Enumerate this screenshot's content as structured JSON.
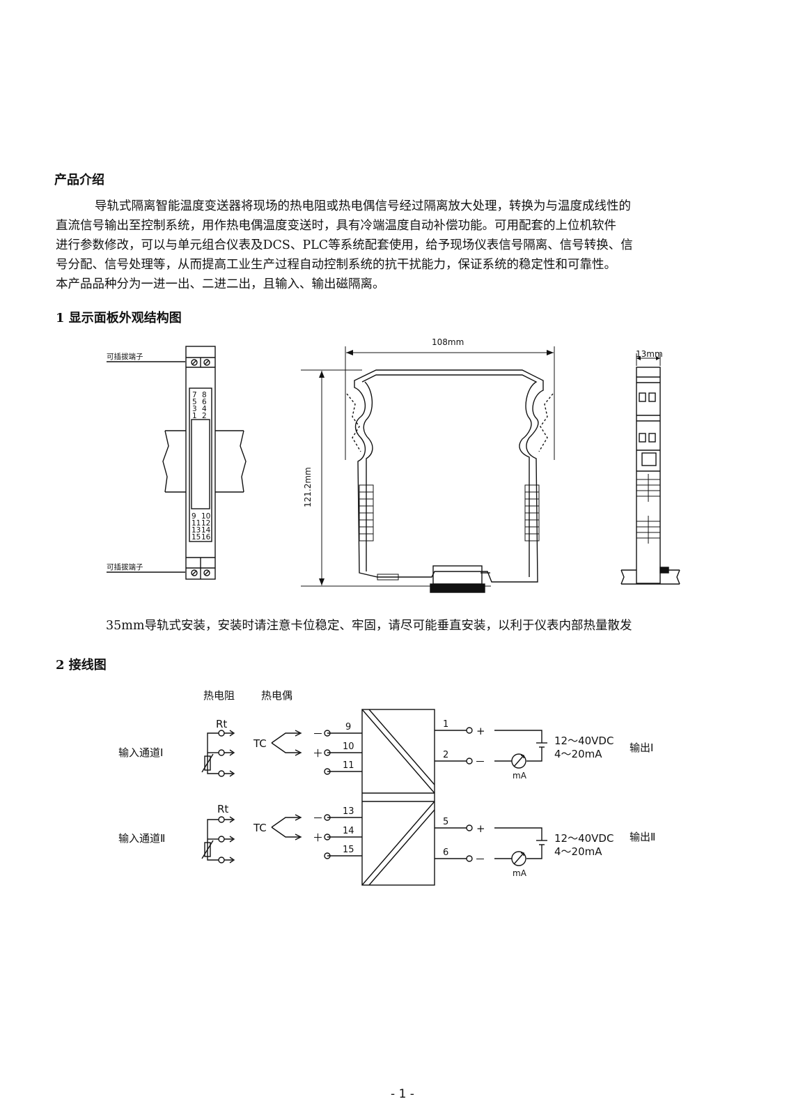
{
  "intro": {
    "heading": "产品介绍",
    "lines": [
      "导轨式隔离智能温度变送器将现场的热电阻或热电偶信号经过隔离放大处理，转换为与温度成线性的",
      "直流信号输出至控制系统，用作热电偶温度变送时，具有冷端温度自动补偿功能。可用配套的上位机软件",
      "进行参数修改，可以与单元组合仪表及DCS、PLC等系统配套使用，给予现场仪表信号隔离、信号转换、信",
      "号分配、信号处理等，从而提高工业生产过程自动控制系统的抗干扰能力，保证系统的稳定性和可靠性。",
      "本产品品种分为一进一出、二进二出，且输入、输出磁隔离。"
    ]
  },
  "section1": {
    "heading": "1  显示面板外观结构图",
    "terminal_label_top": "可插拔端子",
    "terminal_label_bottom": "可插拔端子",
    "pins_top": [
      [
        "7",
        "8"
      ],
      [
        "5",
        "6"
      ],
      [
        "3",
        "4"
      ],
      [
        "1",
        "2"
      ]
    ],
    "pins_bottom": [
      [
        "9",
        "10"
      ],
      [
        "11",
        "12"
      ],
      [
        "13",
        "14"
      ],
      [
        "15",
        "16"
      ]
    ],
    "dim_width": "108mm",
    "dim_height": "121.2mm",
    "dim_thickness": "13mm",
    "caption": "35mm导轨式安装，安装时请注意卡位稳定、牢固，请尽可能垂直安装，以利于仪表内部热量散发"
  },
  "section2": {
    "heading": "2  接线图",
    "col_rtd": "热电阻",
    "col_tc": "热电偶",
    "channels": [
      {
        "input_label": "输入通道Ⅰ",
        "rt": "Rt",
        "tc": "TC",
        "in_terms": [
          "9",
          "10",
          "11"
        ],
        "out_terms": [
          "1",
          "2"
        ],
        "supply": "12～40VDC",
        "signal": "4～20mA",
        "meter": "mA",
        "output_label": "输出Ⅰ"
      },
      {
        "input_label": "输入通道Ⅱ",
        "rt": "Rt",
        "tc": "TC",
        "in_terms": [
          "13",
          "14",
          "15"
        ],
        "out_terms": [
          "5",
          "6"
        ],
        "supply": "12～40VDC",
        "signal": "4～20mA",
        "meter": "mA",
        "output_label": "输出Ⅱ"
      }
    ],
    "sign_minus": "－",
    "sign_plus": "＋",
    "out_plus": "+",
    "out_minus": "－"
  },
  "page_number": "- 1 -"
}
